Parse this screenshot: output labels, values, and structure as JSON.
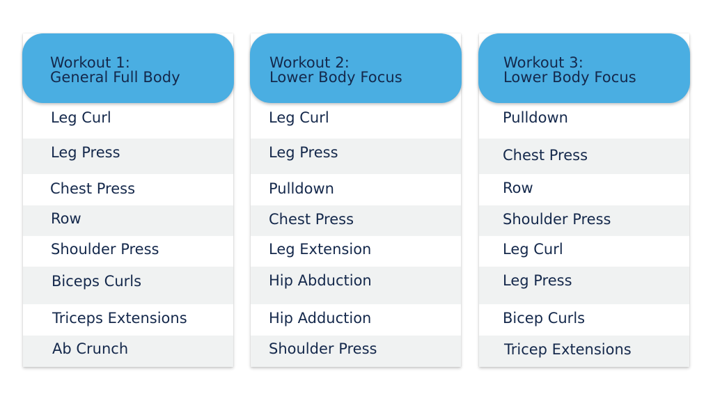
{
  "colors": {
    "header_bg": "#4aaee2",
    "text": "#14284b",
    "row_alt": "#f0f2f2",
    "row": "#ffffff"
  },
  "workouts": [
    {
      "title_line1": "Workout 1:",
      "title_line2": "General Full Body",
      "exercises": [
        "Leg Curl",
        "Leg Press",
        "Chest Press",
        "Row",
        "Shoulder Press",
        "Biceps Curls",
        "Triceps Extensions",
        "Ab Crunch"
      ]
    },
    {
      "title_line1": "Workout 2:",
      "title_line2": "Lower Body Focus",
      "exercises": [
        "Leg Curl",
        "Leg Press",
        "Pulldown",
        "Chest Press",
        "Leg Extension",
        "Hip Abduction",
        "Hip Adduction",
        "Shoulder Press"
      ]
    },
    {
      "title_line1": "Workout 3:",
      "title_line2": "Lower Body Focus",
      "exercises": [
        "Pulldown",
        "Chest Press",
        "Row",
        "Shoulder Press",
        "Leg Curl",
        "Leg Press",
        "Bicep Curls",
        "Tricep Extensions"
      ]
    }
  ]
}
